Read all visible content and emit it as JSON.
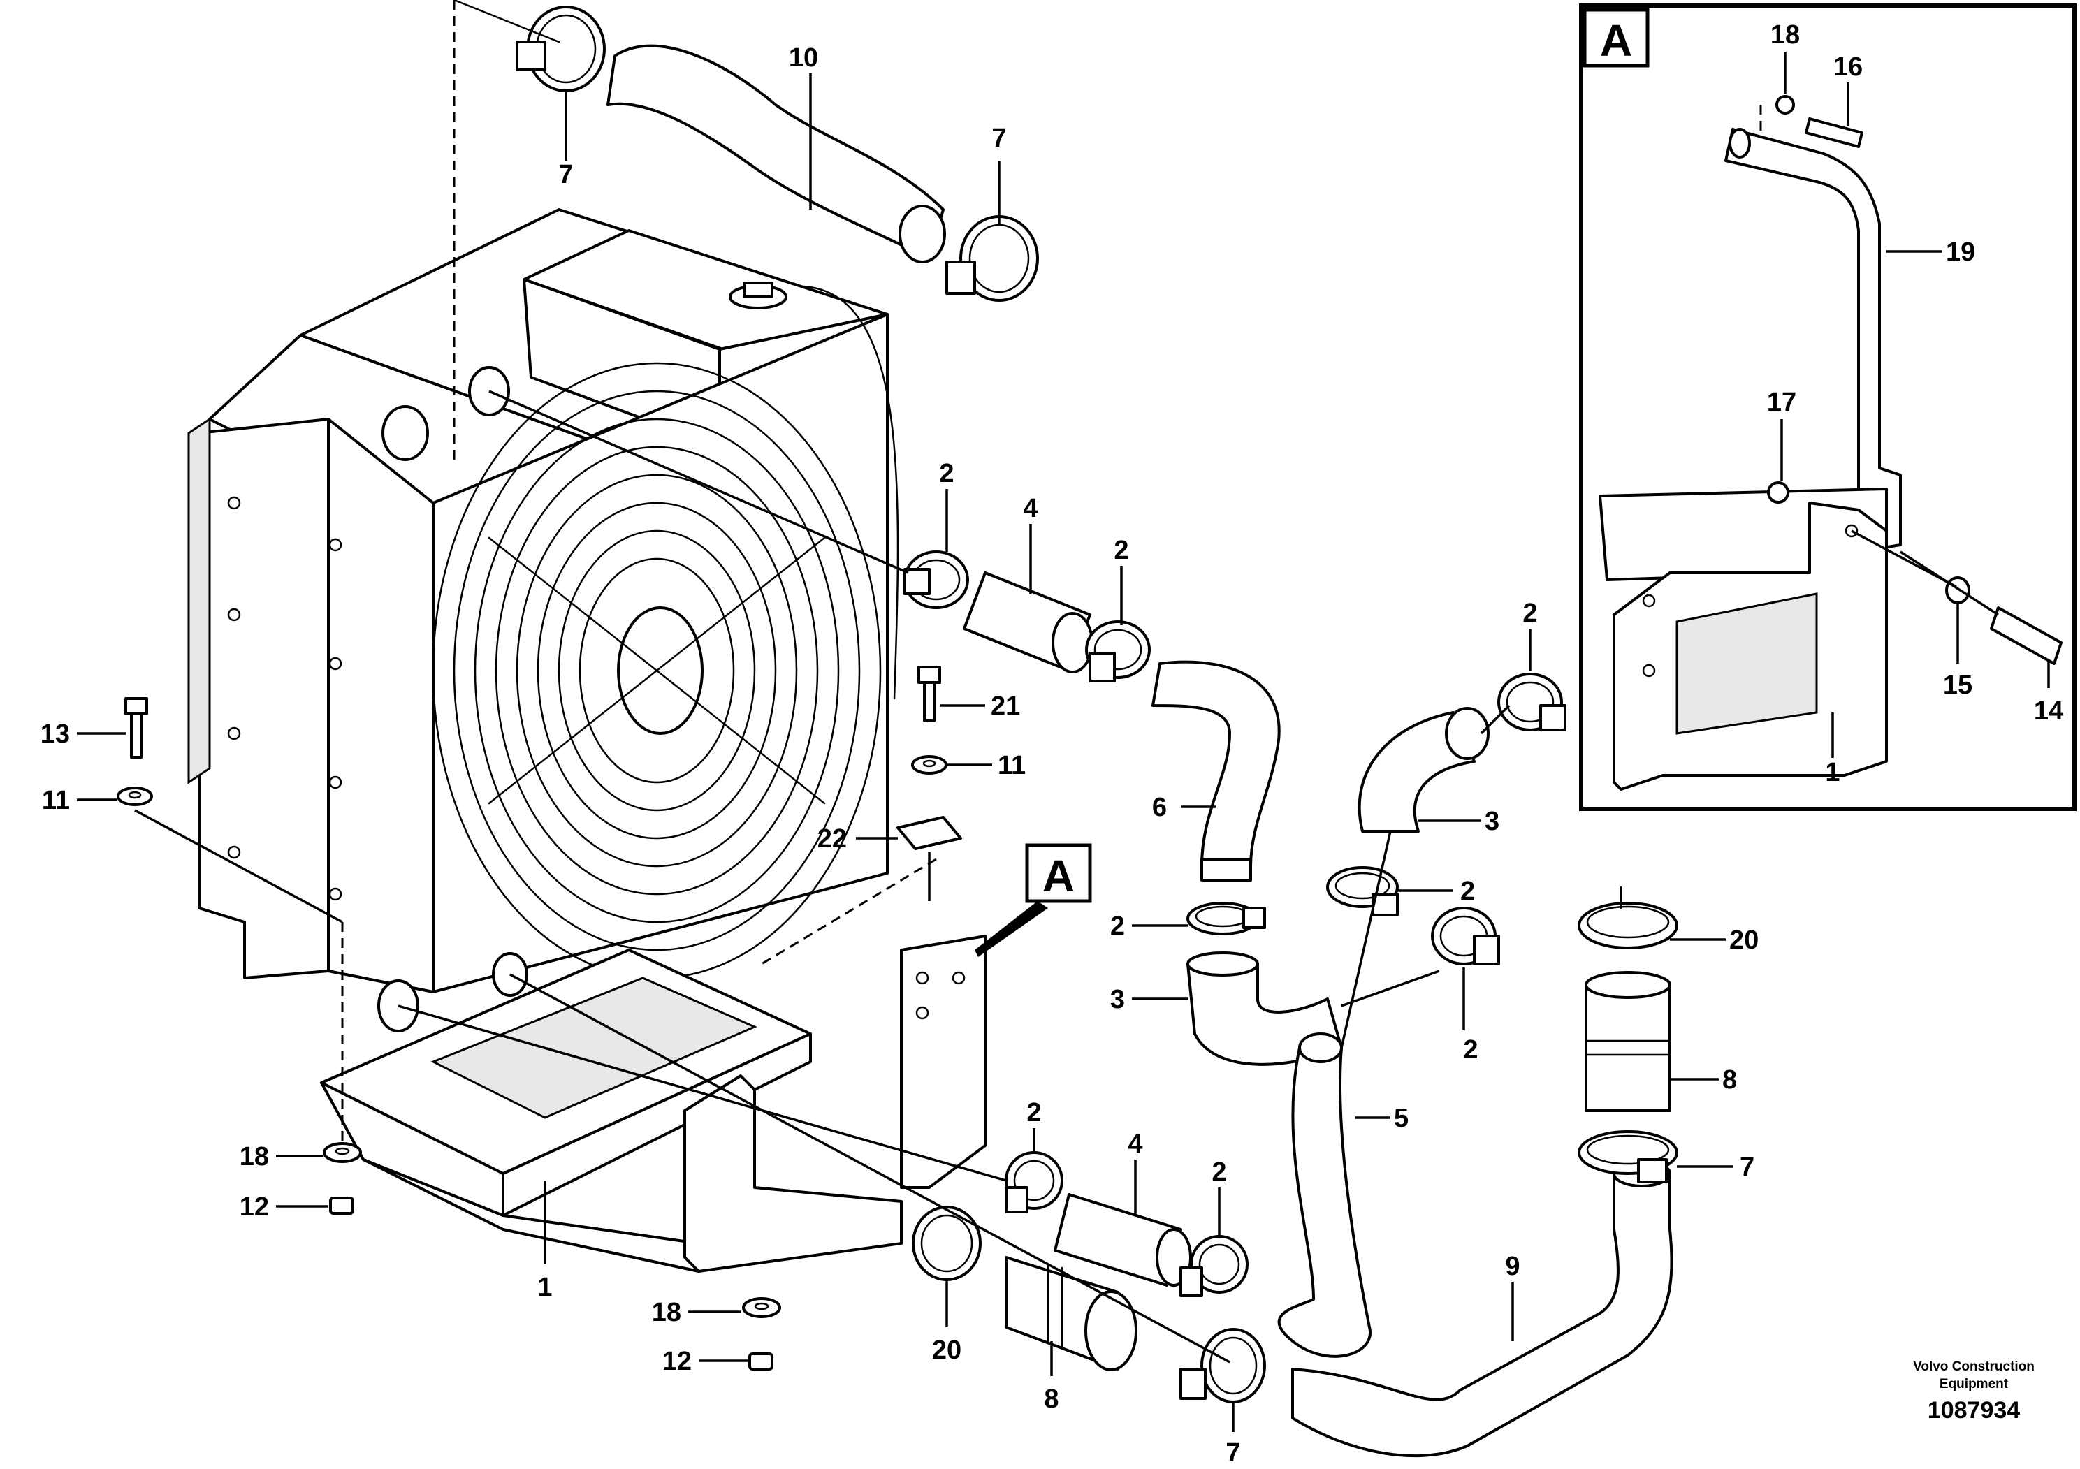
{
  "callouts": {
    "c1": "1",
    "c2": "2",
    "c3": "3",
    "c4": "4",
    "c5": "5",
    "c6": "6",
    "c7": "7",
    "c8": "8",
    "c9": "9",
    "c10": "10",
    "c11": "11",
    "c12": "12",
    "c13": "13",
    "c14": "14",
    "c15": "15",
    "c16": "16",
    "c17": "17",
    "c18": "18",
    "c19": "19",
    "c20": "20",
    "c21": "21",
    "c22": "22"
  },
  "detail_view": {
    "tag": "A"
  },
  "footer": {
    "maker_line1": "Volvo Construction",
    "maker_line2": "Equipment",
    "drawing_number": "1087934"
  }
}
